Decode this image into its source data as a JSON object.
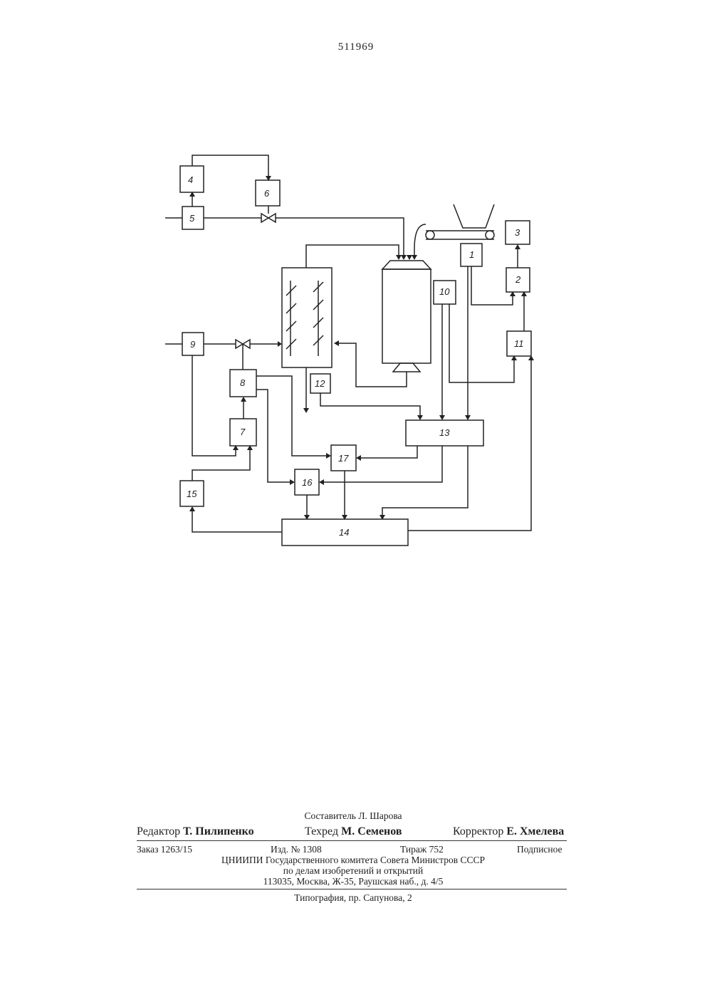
{
  "page_number": "511969",
  "diagram": {
    "blocks": {
      "b1": "1",
      "b2": "2",
      "b3": "3",
      "b4": "4",
      "b5": "5",
      "b6": "6",
      "b7": "7",
      "b8": "8",
      "b9": "9",
      "b10": "10",
      "b11": "11",
      "b12": "12",
      "b13": "13",
      "b14": "14",
      "b15": "15",
      "b16": "16",
      "b17": "17"
    }
  },
  "footer": {
    "compiler": "Составитель Л. Шарова",
    "editor_label": "Редактор",
    "editor_name": "Т. Пилипенко",
    "techred_label": "Техред",
    "techred_name": "М. Семенов",
    "corrector_label": "Корректор",
    "corrector_name": "Е. Хмелева",
    "order": "Заказ 1263/15",
    "edition": "Изд. № 1308",
    "circulation": "Тираж 752",
    "subscription": "Подписное",
    "org_line1": "ЦНИИПИ Государственного комитета Совета Министров СССР",
    "org_line2": "по делам изобретений и открытий",
    "address": "113035, Москва, Ж-35, Раушская наб., д. 4/5",
    "printing": "Типография, пр. Сапунова, 2"
  }
}
